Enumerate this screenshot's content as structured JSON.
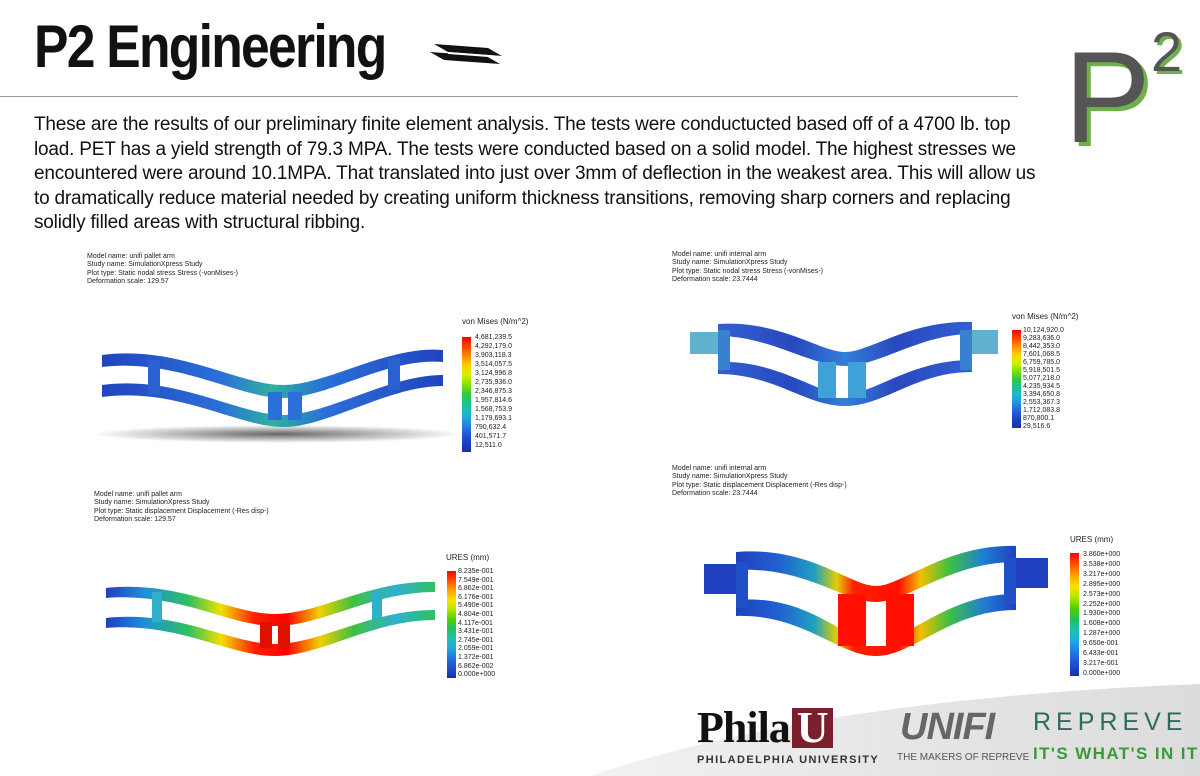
{
  "header": {
    "title": "P2 Engineering",
    "logo_text": "P",
    "logo_superscript": "2"
  },
  "intro": {
    "text": "These are the results of our preliminary finite element analysis.  The tests were conductucted based off of a 4700 lb. top load. PET has a yield strength of 79.3 MPA.  The tests were conducted based on a solid model.  The highest stresses we encountered were around 10.1MPA.  That translated into just over 3mm of deflection in the weakest area.  This will allow us to dramatically reduce material needed by creating uniform thickness transitions, removing sharp corners and replacing solidly filled areas with structural ribbing."
  },
  "plots": [
    {
      "meta": [
        "Model name: unifi pallet arm",
        "Study name: SimulationXpress Study",
        "Plot type: Static nodal stress Stress (-vonMises-)",
        "Deformation scale: 129.57"
      ],
      "legend_title": "von Mises (N/m^2)",
      "legend_values": [
        "4,681,239.5",
        "4,292,179.0",
        "3,903,118.3",
        "3,514,057.5",
        "3,124,996.8",
        "2,735,936.0",
        "2,346,875.3",
        "1,957,814.6",
        "1,568,753.9",
        "1,179,693.1",
        "790,632.4",
        "401,571.7",
        "12,511.0"
      ]
    },
    {
      "meta": [
        "Model name: unifi internal arm",
        "Study name: SimulationXpress Study",
        "Plot type: Static nodal stress Stress (-vonMises-)",
        "Deformation scale: 23.7444"
      ],
      "legend_title": "von Mises (N/m^2)",
      "legend_values": [
        "10,124,920.0",
        "9,283,636.0",
        "8,442,353.0",
        "7,601,068.5",
        "6,759,785.0",
        "5,918,501.5",
        "5,077,218.0",
        "4,235,934.5",
        "3,394,650.8",
        "2,553,367.3",
        "1,712,083.8",
        "870,800.1",
        "29,516.6"
      ]
    },
    {
      "meta": [
        "Model name: unifi pallet arm",
        "Study name: SimulationXpress Study",
        "Plot type: Static displacement Displacement (-Res disp-)",
        "Deformation scale: 129.57"
      ],
      "legend_title": "URES (mm)",
      "legend_values": [
        "8.235e-001",
        "7.549e-001",
        "6.862e-001",
        "6.176e-001",
        "5.490e-001",
        "4.804e-001",
        "4.117e-001",
        "3.431e-001",
        "2.745e-001",
        "2.059e-001",
        "1.372e-001",
        "6.862e-002",
        "0.000e+000"
      ]
    },
    {
      "meta": [
        "Model name: unifi internal arm",
        "Study name: SimulationXpress Study",
        "Plot type: Static displacement Displacement (-Res disp-)",
        "Deformation scale: 23.7444"
      ],
      "legend_title": "URES (mm)",
      "legend_values": [
        "3.860e+000",
        "3.538e+000",
        "3.217e+000",
        "2.895e+000",
        "2.573e+000",
        "2.252e+000",
        "1.930e+000",
        "1.608e+000",
        "1.287e+000",
        "9.650e-001",
        "6.433e-001",
        "3.217e-001",
        "0.000e+000"
      ]
    }
  ],
  "footer": {
    "philau_main": "Phila",
    "philau_u": "U",
    "philau_sub": "PHILADELPHIA UNIVERSITY",
    "unifi": "UNIFI",
    "unifi_sub": "THE MAKERS OF REPREVE",
    "repreve": "REPREVE",
    "repreve_tagline": "IT'S WHAT'S IN IT"
  },
  "colors": {
    "philau_maroon": "#7a1f2b",
    "repreve_teal": "#2c6b5f",
    "repreve_green": "#3a9a3a",
    "p2_logo_green": "#6fb04a"
  }
}
